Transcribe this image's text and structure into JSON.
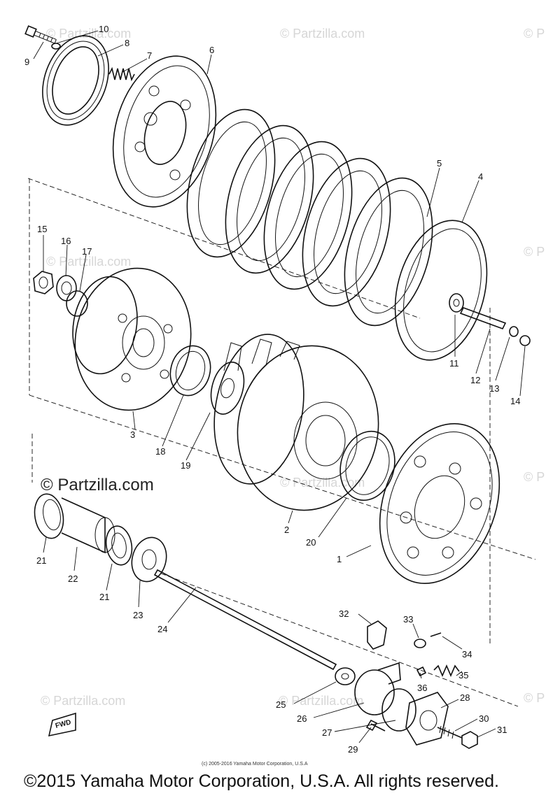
{
  "watermarks": [
    {
      "text": "© Partzilla.com"
    },
    {
      "text": "© Partzilla.com"
    },
    {
      "text": "© P"
    },
    {
      "text": "© Partzilla.com"
    },
    {
      "text": "© P"
    },
    {
      "text": "© Partzilla.com"
    },
    {
      "text": "© P"
    },
    {
      "text": "© Partzilla.com"
    },
    {
      "text": "© Partzilla.com"
    },
    {
      "text": "© P"
    }
  ],
  "brand_watermark": "© Partzilla.com",
  "inner_copyright": "(c) 2005-2016 Yamaha Motor Corporation, U.S.A",
  "footer_copyright": "©2015 Yamaha Motor Corporation, U.S.A. All rights reserved.",
  "fwd_label": "FWD",
  "part_labels": [
    {
      "text": "1"
    },
    {
      "text": "2"
    },
    {
      "text": "3"
    },
    {
      "text": "4"
    },
    {
      "text": "5"
    },
    {
      "text": "6"
    },
    {
      "text": "7"
    },
    {
      "text": "8"
    },
    {
      "text": "9"
    },
    {
      "text": "10"
    },
    {
      "text": "11"
    },
    {
      "text": "12"
    },
    {
      "text": "13"
    },
    {
      "text": "14"
    },
    {
      "text": "15"
    },
    {
      "text": "16"
    },
    {
      "text": "17"
    },
    {
      "text": "18"
    },
    {
      "text": "19"
    },
    {
      "text": "20"
    },
    {
      "text": "21"
    },
    {
      "text": "22"
    },
    {
      "text": "21"
    },
    {
      "text": "23"
    },
    {
      "text": "24"
    },
    {
      "text": "25"
    },
    {
      "text": "26"
    },
    {
      "text": "27"
    },
    {
      "text": "28"
    },
    {
      "text": "29"
    },
    {
      "text": "30"
    },
    {
      "text": "31"
    },
    {
      "text": "32"
    },
    {
      "text": "33"
    },
    {
      "text": "34"
    },
    {
      "text": "35"
    },
    {
      "text": "36"
    }
  ]
}
